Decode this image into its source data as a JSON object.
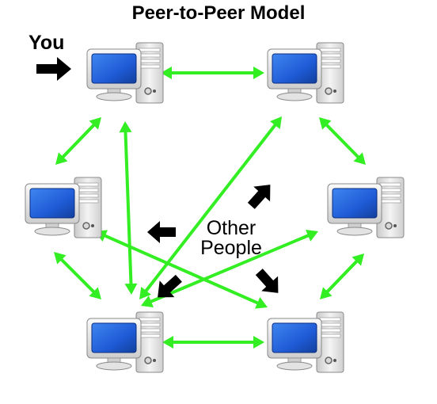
{
  "title": "Peer-to-Peer Model",
  "you_label": "You",
  "other_label_line1": "Other",
  "other_label_line2": "People",
  "colors": {
    "link": "#33ee22",
    "pointer": "#000000",
    "screen": "#1f5bd6",
    "case": "#e6e6e6"
  },
  "computers": [
    {
      "id": "you"
    },
    {
      "id": "top-right"
    },
    {
      "id": "mid-left"
    },
    {
      "id": "mid-right"
    },
    {
      "id": "bottom-left"
    },
    {
      "id": "bottom-right"
    }
  ],
  "links": [
    {
      "from": "you",
      "to": "top-right"
    },
    {
      "from": "you",
      "to": "mid-left"
    },
    {
      "from": "you",
      "to": "bottom-left"
    },
    {
      "from": "top-right",
      "to": "mid-right"
    },
    {
      "from": "top-right",
      "to": "bottom-left"
    },
    {
      "from": "mid-left",
      "to": "bottom-left"
    },
    {
      "from": "mid-left",
      "to": "bottom-right"
    },
    {
      "from": "mid-right",
      "to": "bottom-left"
    },
    {
      "from": "mid-right",
      "to": "bottom-right"
    },
    {
      "from": "bottom-left",
      "to": "bottom-right"
    }
  ]
}
